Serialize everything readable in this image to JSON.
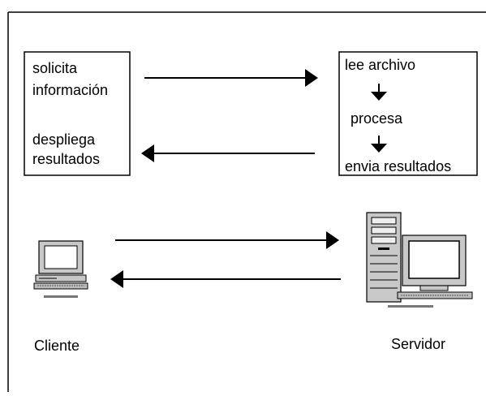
{
  "client_box": {
    "line1": "solicita",
    "line2": "información",
    "line3": "despliega",
    "line4": "resultados"
  },
  "server_box": {
    "step1": "lee archivo",
    "step2": "procesa",
    "step3": "envia resultados"
  },
  "captions": {
    "client": "Cliente",
    "server": "Servidor"
  },
  "icons": {
    "client": "workstation-computer-icon",
    "server": "server-computer-icon"
  },
  "colors": {
    "line": "#000000",
    "background": "#ffffff",
    "screen_glass": "#ffffff",
    "device_body": "#c8c8c8"
  }
}
